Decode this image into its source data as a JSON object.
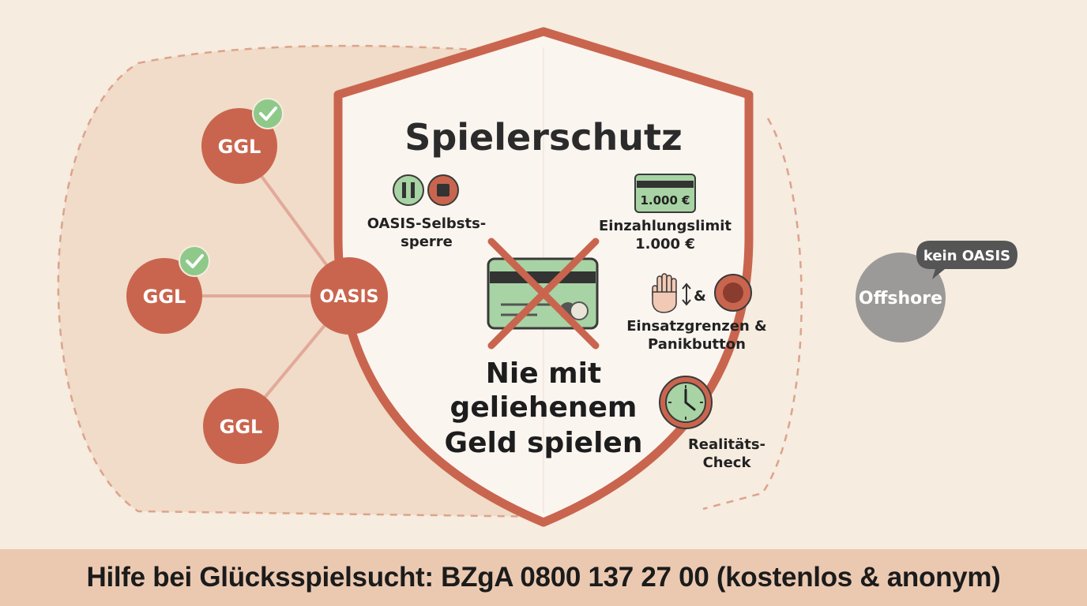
{
  "title": "Spielerschutz",
  "network": {
    "center": "OASIS",
    "nodes": [
      "GGL",
      "GGL",
      "GGL"
    ]
  },
  "features": {
    "self_exclusion": {
      "line1": "OASIS-Selbsts-",
      "line2": "sperre"
    },
    "deposit_limit": {
      "card_amount": "1.000 €",
      "line1": "Einzahlungslimit",
      "line2": "1.000 €"
    },
    "stake_limits": {
      "amp": "&",
      "line1": "Einsatzgrenzen &",
      "line2": "Panikbutton"
    },
    "reality_check": {
      "line1": "Realitäts-",
      "line2": "Check"
    }
  },
  "warning": {
    "line1": "Nie mit",
    "line2": "geliehenem",
    "line3": "Geld spielen"
  },
  "offshore": {
    "label": "Offshore",
    "bubble": "kein OASIS"
  },
  "footer": {
    "text": "Hilfe bei Glücksspielsucht: BZgA 0800 137 27 00 (kostenlos & anonym)"
  },
  "colors": {
    "accent": "#c9654e",
    "green": "#8fc98a",
    "card_green": "#a8d3a4",
    "offshore_gray": "#9c9a98",
    "bubble_dark": "#555555",
    "footer_bg": "#ebc9b1"
  }
}
